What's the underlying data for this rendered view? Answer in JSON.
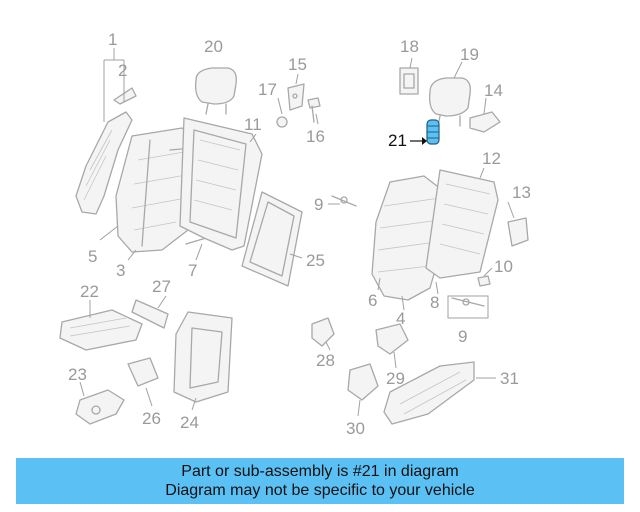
{
  "diagram": {
    "callouts": [
      "1",
      "2",
      "3",
      "5",
      "20",
      "17",
      "15",
      "16",
      "11",
      "7",
      "25",
      "22",
      "27",
      "23",
      "26",
      "24",
      "18",
      "19",
      "14",
      "21",
      "12",
      "13",
      "9",
      "6",
      "4",
      "10",
      "8",
      "28",
      "29",
      "30",
      "31"
    ],
    "highlighted_callout": "21",
    "colors": {
      "highlight_part": "#5bc0f4",
      "line_art": "#a8a8a8",
      "callout_text": "#9a9a9a",
      "highlight_text": "#111111"
    }
  },
  "banner": {
    "line1": "Part or sub-assembly is #21 in diagram",
    "line2": "Diagram may not be specific to your vehicle",
    "background": "#5bc0f4"
  }
}
